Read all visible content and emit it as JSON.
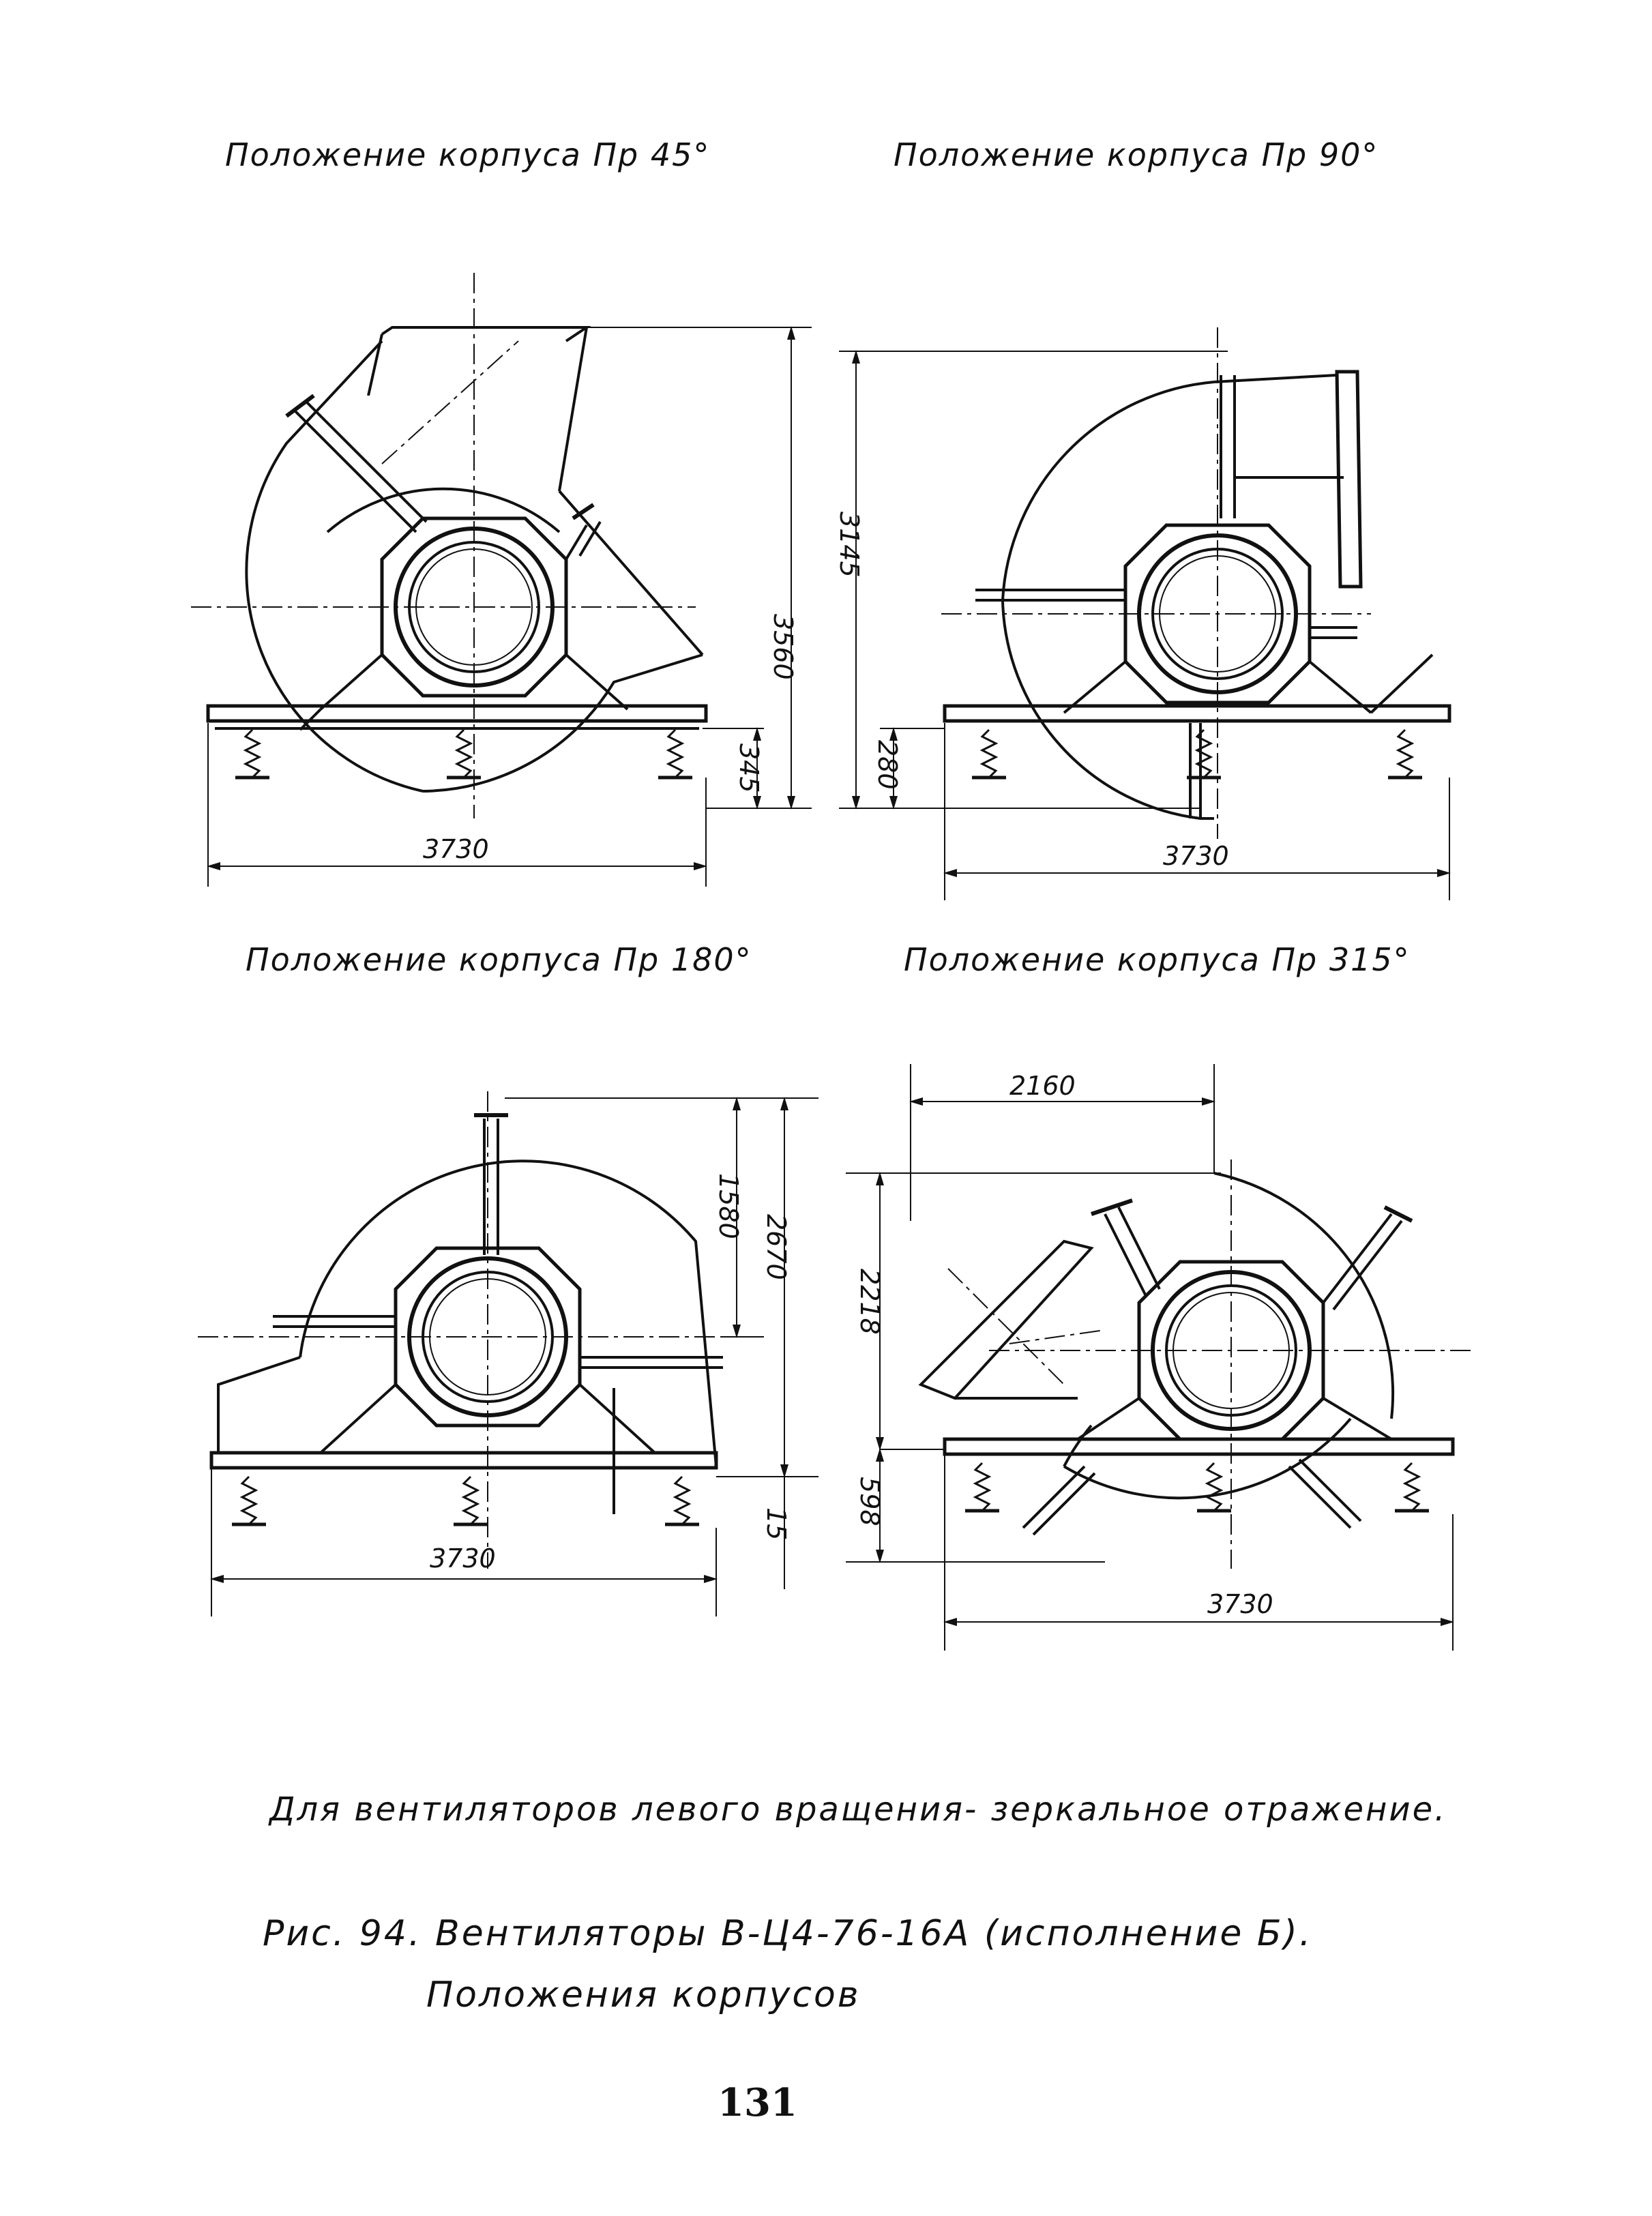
{
  "panels": [
    {
      "title": "Положение   корпуса  Пр 45°",
      "width_dim": "3730",
      "height_dim": "3560",
      "base_dim": "345"
    },
    {
      "title": "Положение  корпуса   Пр 90°",
      "width_dim": "3730",
      "height_dim": "3145",
      "base_dim": "280"
    },
    {
      "title": "Положение    корпуса  Пр 180°",
      "width_dim": "3730",
      "height_dim": "2670",
      "upper_dim": "1580",
      "base_dim": "15"
    },
    {
      "title": "Положение  корпуса  Пр 315°",
      "width_dim": "3730",
      "top_dim": "2160",
      "height_dim": "2218",
      "base_dim": "598"
    }
  ],
  "note": "Для    вентиляторов левого вращения- зеркальное отражение.",
  "caption": {
    "line1": "Рис. 94.   Вентиляторы  В-Ц4-76-16А   (исполнение Б).",
    "line2": "Положения     корпусов"
  },
  "page_number": "131"
}
